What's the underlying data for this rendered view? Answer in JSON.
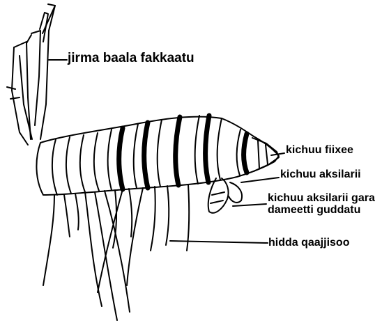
{
  "labels": {
    "stem": "jirma baala fakkaatu",
    "terminal_bud": "kichuu fiixee",
    "axillary_bud": "kichuu aksilarii",
    "dormant_axillary_bud_line1": "kichuu aksilarii gara",
    "dormant_axillary_bud_line2": "dameetti guddatu",
    "adventitious_roots": "hidda qaajjisoo"
  },
  "colors": {
    "ink": "#000000",
    "background": "#ffffff"
  }
}
